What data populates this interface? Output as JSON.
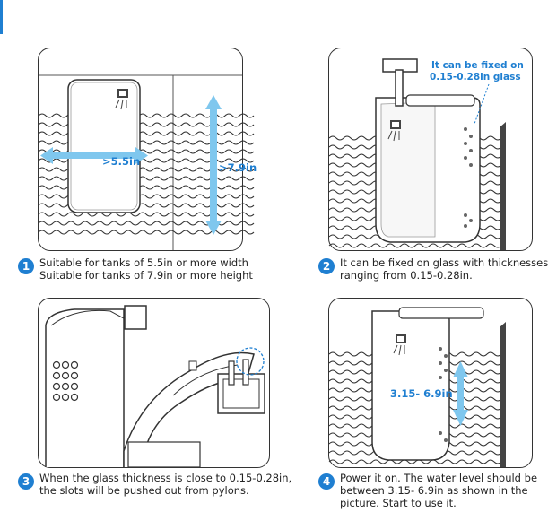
{
  "panels": {
    "p1": {
      "width_label": ">5.5in",
      "height_label": ">7.9in",
      "step_number": "1",
      "lines": [
        "Suitable for tanks of 5.5in or more width",
        "Suitable for tanks of 7.9in or more height"
      ]
    },
    "p2": {
      "callout_line1": "It can be fixed on",
      "callout_line2": "0.15-0.28in glass",
      "step_number": "2",
      "lines": [
        "It can be fixed on glass with thicknesses",
        "ranging from 0.15-0.28in."
      ]
    },
    "p3": {
      "step_number": "3",
      "lines": [
        "When the glass thickness is close to 0.15-0.28in,",
        "the slots will be pushed out from pylons."
      ]
    },
    "p4": {
      "level_label": "3.15- 6.9in",
      "step_number": "4",
      "lines": [
        "Power it on. The water level should be",
        "between 3.15- 6.9in as shown in the",
        "picture.  Start to use it."
      ]
    }
  },
  "colors": {
    "accent": "#1f7fd1",
    "arrow": "#7fc7ee",
    "line": "#333333"
  }
}
